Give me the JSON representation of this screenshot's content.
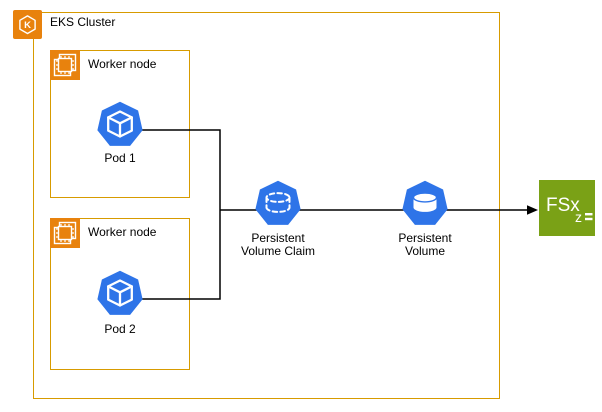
{
  "diagram": {
    "type": "architecture-diagram",
    "cluster": {
      "label": "EKS Cluster"
    },
    "eks_icon_letter": "K",
    "worker_nodes": [
      {
        "label": "Worker node"
      },
      {
        "label": "Worker node"
      }
    ],
    "pods": [
      {
        "label": "Pod 1"
      },
      {
        "label": "Pod 2"
      }
    ],
    "pvc": {
      "line1": "Persistent",
      "line2": "Volume Claim"
    },
    "pv": {
      "line1": "Persistent",
      "line2": "Volume"
    },
    "fsx": {
      "label": "FSx",
      "sub": "z"
    },
    "connections": [
      {
        "from": "pod-1",
        "to": "persistent-volume-claim",
        "style": "line"
      },
      {
        "from": "pod-2",
        "to": "persistent-volume-claim",
        "style": "line"
      },
      {
        "from": "persistent-volume-claim",
        "to": "persistent-volume",
        "style": "line"
      },
      {
        "from": "persistent-volume",
        "to": "fsx",
        "style": "arrow"
      }
    ],
    "icons": {
      "eks": "eks-cluster-icon",
      "worker_node": "compute-chip-icon",
      "pod": "kubernetes-pod-cube-icon",
      "pvc": "dashed-cylinder-icon",
      "pv": "cylinder-icon",
      "fsx": "fsx-storage-icon"
    }
  },
  "colors": {
    "aws_orange_fill": "#E8820D",
    "orange_border": "#D79B00",
    "kubernetes_blue": "#2E74E8",
    "fsx_green": "#7AA116",
    "connector_black": "#000000",
    "background": "#FFFFFF"
  }
}
